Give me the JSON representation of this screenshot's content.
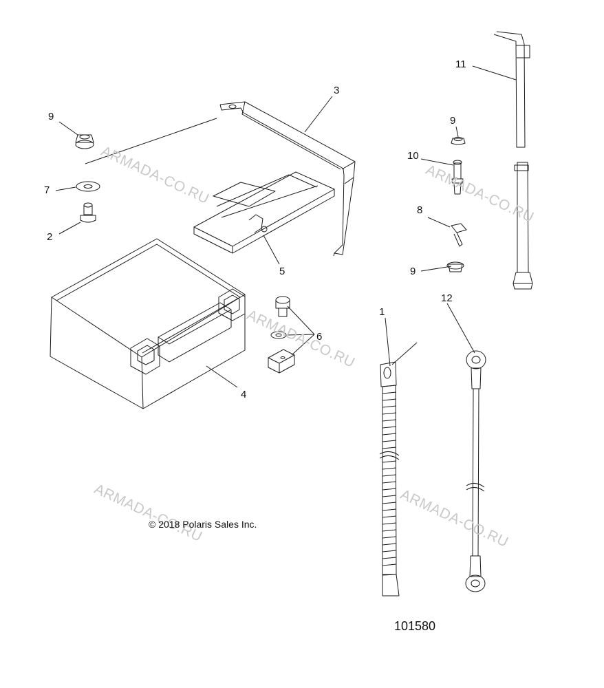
{
  "watermark_text": "ARMADA-CO.RU",
  "copyright": "© 2018 Polaris Sales Inc.",
  "figure_id": "101580",
  "callouts": {
    "c1": "1",
    "c2": "2",
    "c3": "3",
    "c4": "4",
    "c5": "5",
    "c6": "6",
    "c7": "7",
    "c8": "8",
    "c9a": "9",
    "c9b": "9",
    "c9c": "9",
    "c10": "10",
    "c11": "11",
    "c12": "12"
  },
  "colors": {
    "line": "#1a1a1a",
    "watermark": "#c9c9c9"
  }
}
